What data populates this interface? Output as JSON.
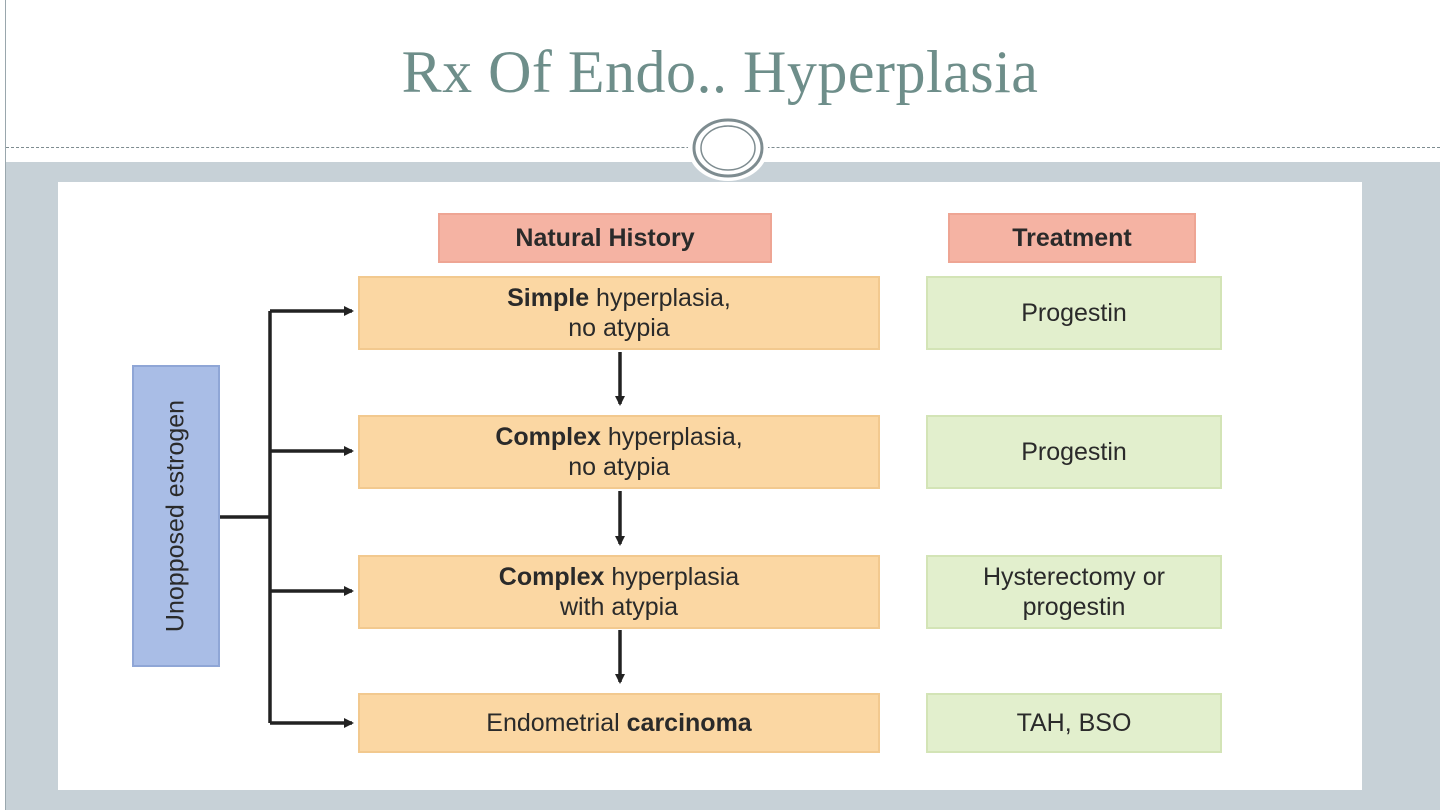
{
  "slide": {
    "title": "Rx Of Endo.. Hyperplasia"
  },
  "diagram": {
    "source_label": "Unopposed estrogen",
    "headers": {
      "natural_history": "Natural History",
      "treatment": "Treatment"
    },
    "stages": [
      {
        "bold": "Simple",
        "rest_line1": " hyperplasia,",
        "line2": "no atypia",
        "treatment_line1": "Progestin",
        "treatment_line2": ""
      },
      {
        "bold": "Complex",
        "rest_line1": " hyperplasia,",
        "line2": "no atypia",
        "treatment_line1": "Progestin",
        "treatment_line2": ""
      },
      {
        "bold": "Complex",
        "rest_line1": " hyperplasia",
        "line2": "with atypia",
        "treatment_line1": "Hysterectomy or",
        "treatment_line2": "progestin"
      },
      {
        "prefix": "Endometrial ",
        "bold": "carcinoma",
        "treatment_line1": "TAH, BSO",
        "treatment_line2": ""
      }
    ],
    "colors": {
      "header_fill": "#f5b3a3",
      "stage_fill": "#fbd7a3",
      "treatment_fill": "#e2efcd",
      "source_fill": "#a9bde6",
      "title_color": "#6e8e8a",
      "background_panel": "#c7d1d7"
    }
  }
}
